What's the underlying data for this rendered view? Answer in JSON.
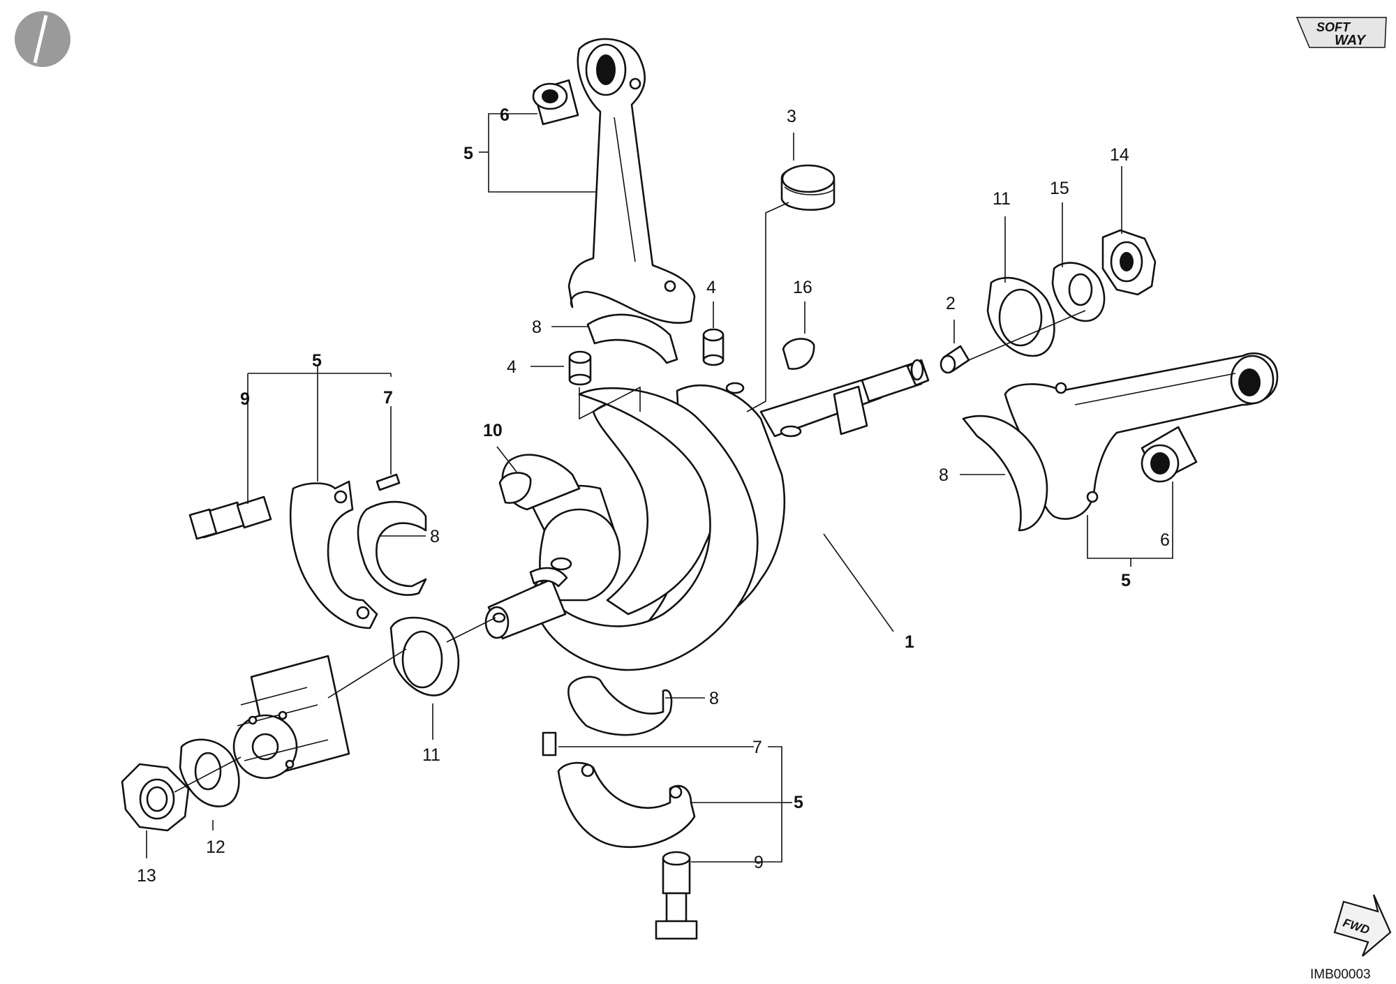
{
  "diagram": {
    "drawing_code": "IMB00003",
    "brand_logo": {
      "line1": "SOFT",
      "line2": "WAY"
    },
    "direction_badge": "FWD",
    "corner_mark": "circle-mark-icon",
    "callouts": {
      "c1": "1",
      "c2": "2",
      "c3": "3",
      "c4a": "4",
      "c4b": "4",
      "c5_top": "5",
      "c5_left": "5",
      "c5_right": "5",
      "c5_bottom": "5",
      "c6_top": "6",
      "c6_right": "6",
      "c7_left": "7",
      "c7_bottom": "7",
      "c8_top": "8",
      "c8_left": "8",
      "c8_right": "8",
      "c8_bottom": "8",
      "c9_left": "9",
      "c9_bottom": "9",
      "c10": "10",
      "c11_left": "11",
      "c11_right": "11",
      "c12": "12",
      "c13": "13",
      "c14": "14",
      "c15": "15",
      "c16": "16"
    }
  }
}
